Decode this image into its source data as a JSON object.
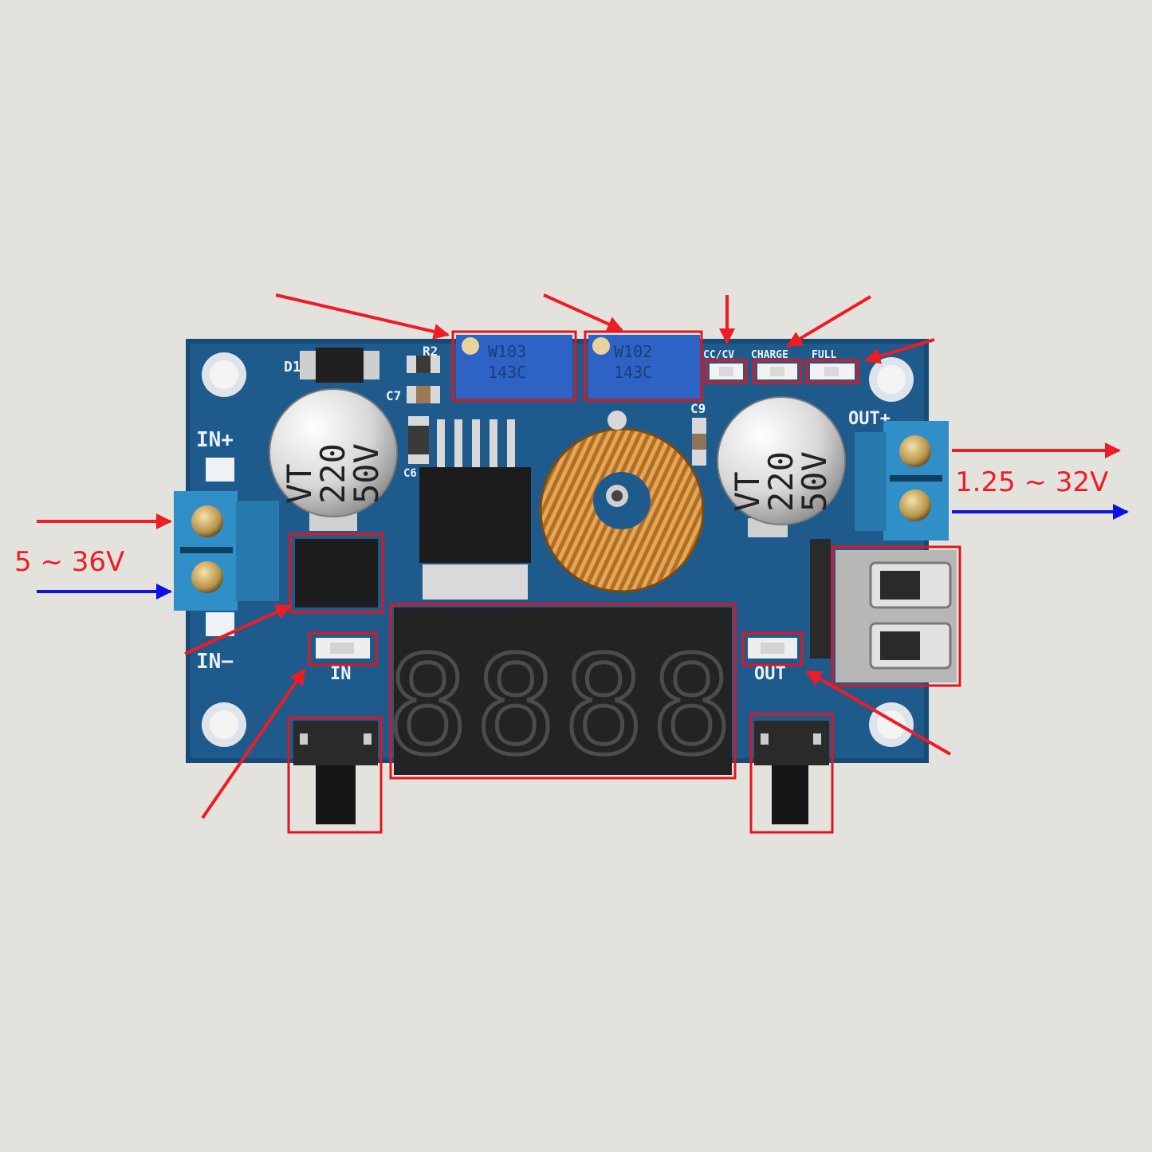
{
  "labels": {
    "input_voltage": "5 ~ 36V",
    "output_voltage": "1.25 ~ 32V"
  },
  "silkscreen": {
    "in_plus": "IN+",
    "in_minus": "IN−",
    "out_plus": "OUT+",
    "led_in": "IN",
    "led_out": "OUT",
    "d1": "D1",
    "r2": "R2",
    "c7": "C7",
    "c6": "C6",
    "c9": "C9",
    "cv_cc": "CC/CV",
    "charge": "CHARGE",
    "full": "FULL"
  },
  "components": {
    "cap_left": [
      "VT",
      "220",
      "50V"
    ],
    "cap_right": [
      "VT",
      "220",
      "50V"
    ],
    "pot_left": [
      "W103",
      "143C"
    ],
    "pot_right": [
      "W102",
      "143C"
    ],
    "display_digits": "8888"
  },
  "colors": {
    "background": "#e4e2dd",
    "pcb": "#1f5a8c",
    "highlight": "#e0161f",
    "arrow_positive": "#ee1c24",
    "arrow_negative": "#1010e0",
    "terminal": "#2f8fc6",
    "pot_body": "#2c63c4"
  }
}
